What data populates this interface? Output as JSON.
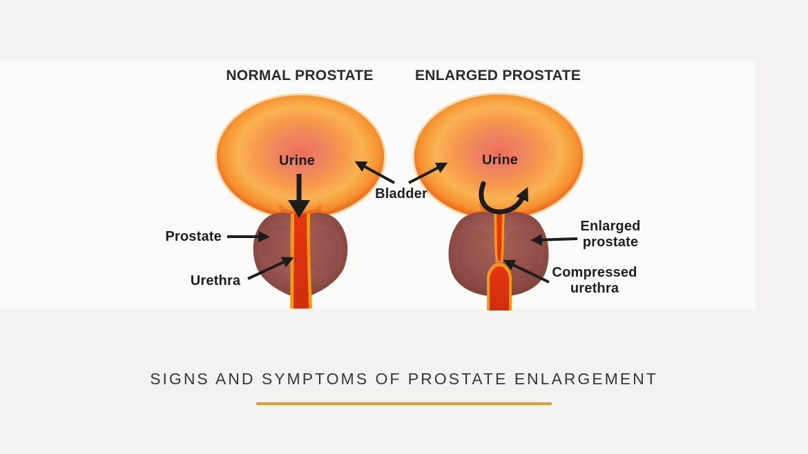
{
  "page": {
    "background_color": "#f3f2f1",
    "canvas_color": "#fafaf8"
  },
  "diagrams": {
    "normal": {
      "title": "NORMAL PROSTATE",
      "urine_label": "Urine",
      "prostate_label": "Prostate",
      "urethra_label": "Urethra"
    },
    "enlarged": {
      "title": "ENLARGED PROSTATE",
      "urine_label": "Urine",
      "enlarged_prostate_lines": [
        "Enlarged",
        "prostate"
      ],
      "compressed_urethra_lines": [
        "Compressed",
        "urethra"
      ]
    },
    "bladder_label": "Bladder"
  },
  "colors": {
    "bladder_center": "#ee6e5e",
    "bladder_glow": "#fbb353",
    "bladder_mid": "#f5912f",
    "bladder_rim": "#e6330d",
    "bladder_halo": "#f7c06e",
    "prostate": "#9d5952",
    "prostate_dark": "#7c4038",
    "urethra_red": "#e5360f",
    "urethra_orange": "#f29a18",
    "arrow": "#1c1c1c",
    "underline_gold": "#d8a228"
  },
  "footer": {
    "title": "SIGNS AND SYMPTOMS OF PROSTATE ENLARGEMENT"
  }
}
